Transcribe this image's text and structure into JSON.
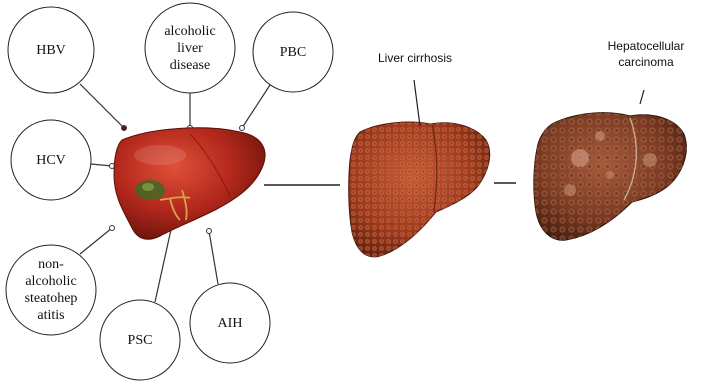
{
  "causes": {
    "hbv": "HBV",
    "alcoholic": "alcoholic liver disease",
    "pbc": "PBC",
    "hcv": "HCV",
    "nash": "non-alcoholic steatohep atitis",
    "psc": "PSC",
    "aih": "AIH"
  },
  "stages": {
    "cirrhosis": "Liver cirrhosis",
    "hcc": "Hepatocellular carcinoma"
  },
  "colors": {
    "healthy_liver": "#b3281c",
    "cirrhotic_liver": "#9c3a1e",
    "hcc_liver": "#7a3a22",
    "line": "#333333"
  }
}
